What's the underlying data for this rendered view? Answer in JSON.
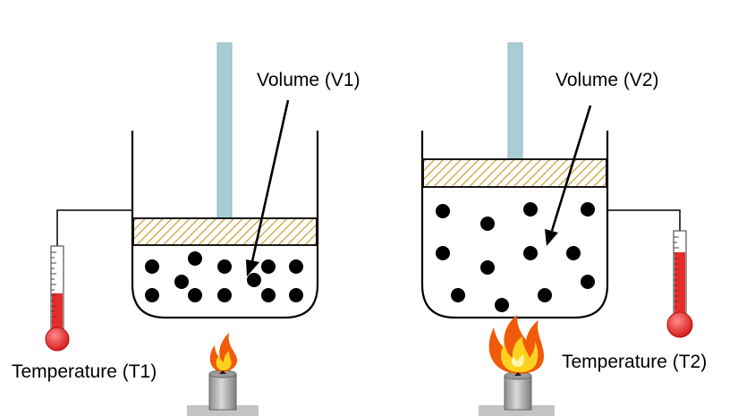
{
  "left": {
    "volume_label": "Volume (V1)",
    "temperature_label": "Temperature (T1)",
    "thermometer_fill_fraction": 0.45,
    "flame": "small"
  },
  "right": {
    "volume_label": "Volume (V2)",
    "temperature_label": "Temperature (T2)",
    "thermometer_fill_fraction": 0.75,
    "flame": "large"
  },
  "colors": {
    "rod": "#a9cdd4",
    "piston_fill": "#ffffff",
    "piston_hatch": "#c8a232",
    "particle": "#000000",
    "thermo_fill": "#e82a2a",
    "flame_outer": "#f05a0a",
    "flame_inner": "#ffd21e",
    "burner": "#b3b3b3"
  }
}
